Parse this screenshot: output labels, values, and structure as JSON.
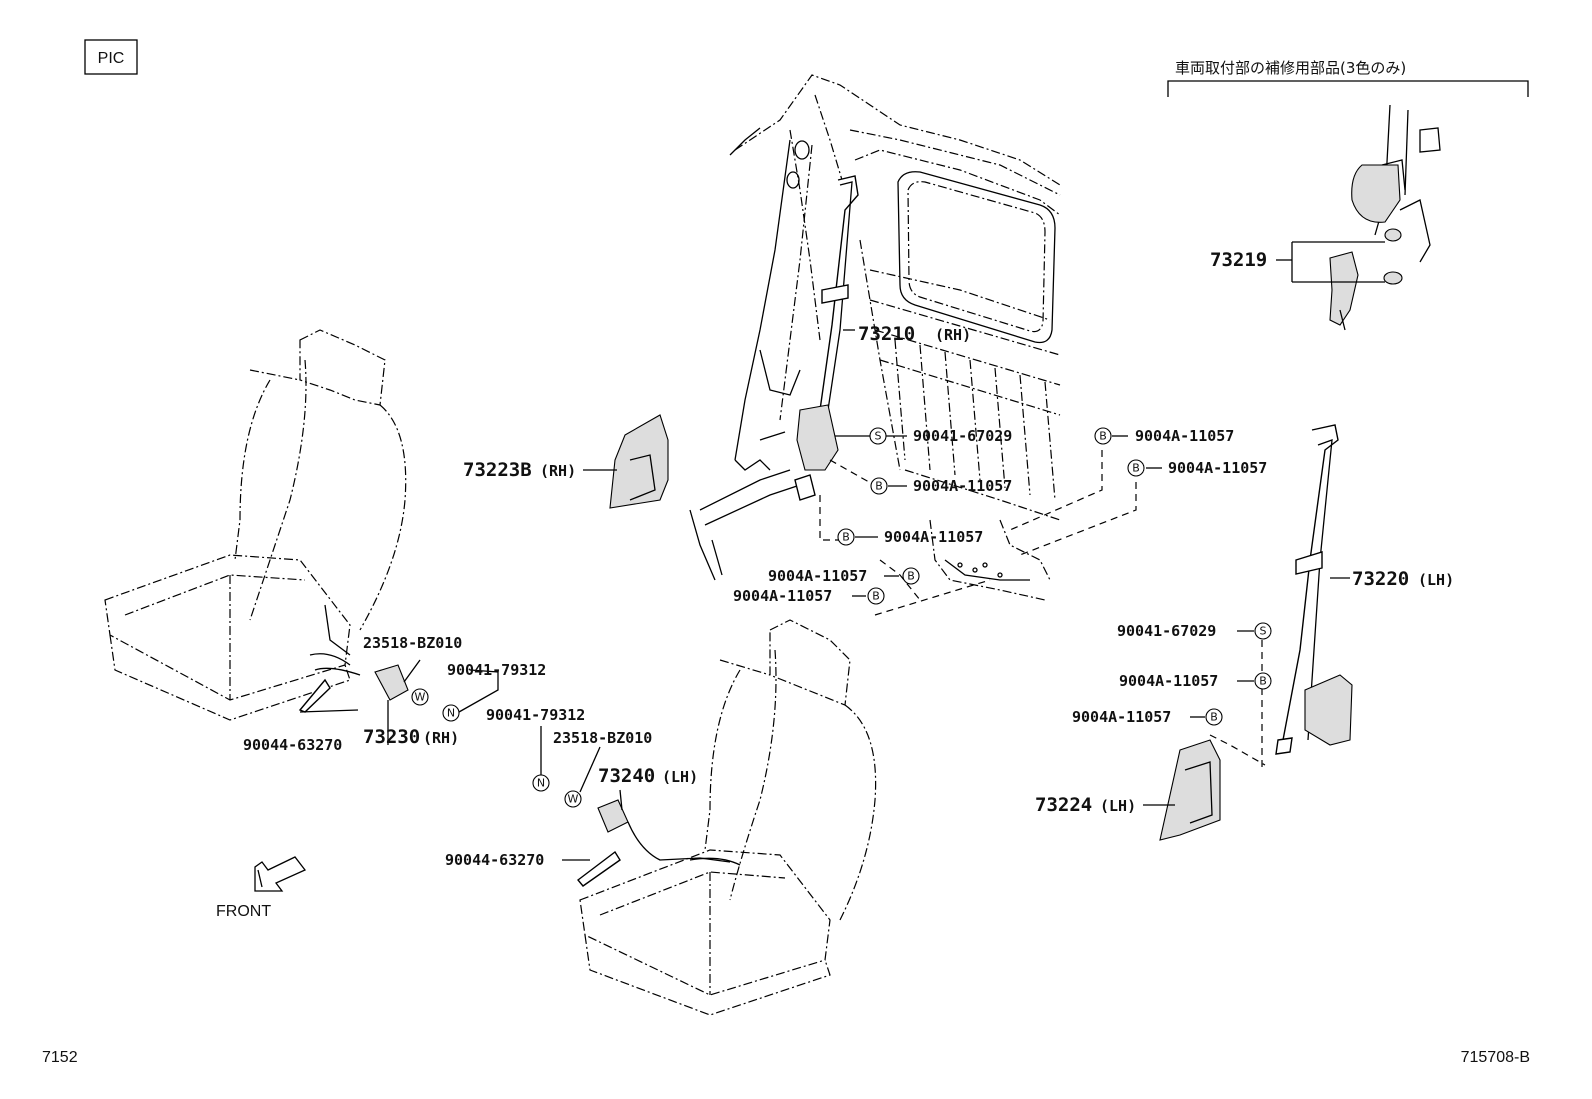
{
  "tag": "PIC",
  "footer": {
    "left": "7152",
    "right": "715708-B"
  },
  "kit_note": "車両取付部の補修用部品(3色のみ)",
  "front_label": "FRONT",
  "symbols": {
    "s": "S",
    "b": "B",
    "n": "N",
    "w": "W"
  },
  "parts": {
    "p73219": "73219",
    "p73210": "73210",
    "p73210_side": "(RH)",
    "p73223b": "73223B",
    "p73223b_side": "(RH)",
    "p73220": "73220",
    "p73220_side": "(LH)",
    "p73224": "73224",
    "p73224_side": "(LH)",
    "p73230": "73230",
    "p73230_side": "(RH)",
    "p73240": "73240",
    "p73240_side": "(LH)",
    "p90041_67029": "90041-67029",
    "p9004a_11057": "9004A-11057",
    "p23518_bz010": "23518-BZ010",
    "p90041_79312": "90041-79312",
    "p90044_63270": "90044-63270"
  }
}
